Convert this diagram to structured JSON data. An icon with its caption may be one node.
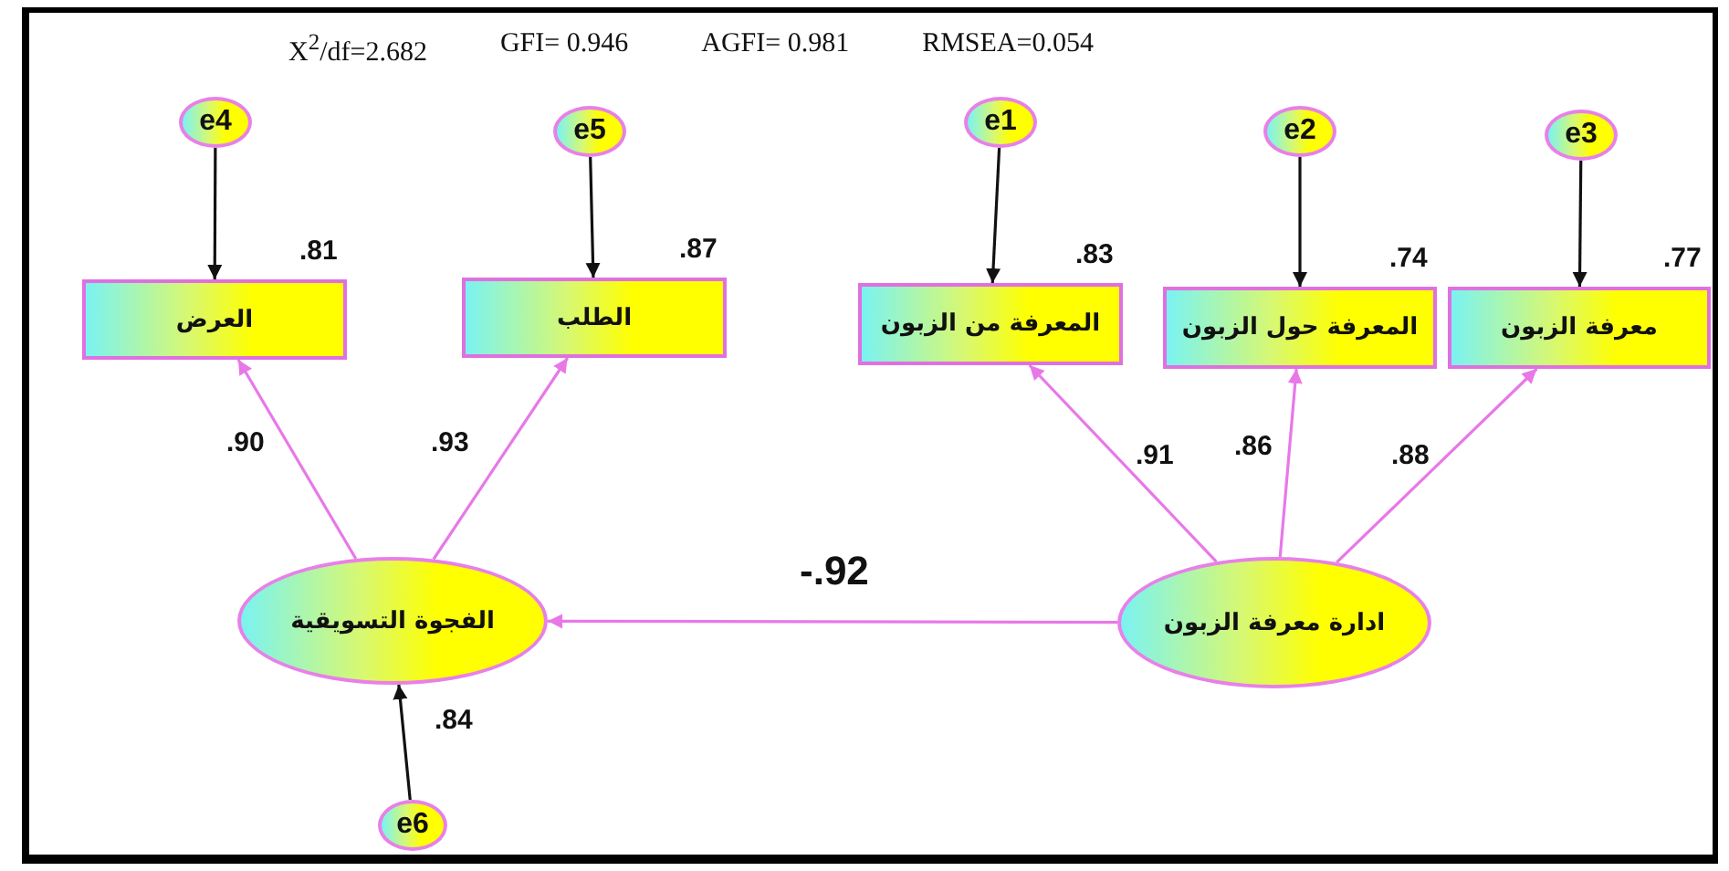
{
  "diagram": {
    "nodes": [
      {
        "text": [
          "e4"
        ]
      },
      {
        "text": [
          "e5"
        ]
      },
      {
        "text": [
          "e1"
        ]
      },
      {
        "text": [
          "e2"
        ]
      },
      {
        "text": [
          "e3"
        ]
      },
      {
        "text": [
          "العرض"
        ],
        "beside": [
          ".81"
        ]
      },
      {
        "text": [
          "الطلب"
        ],
        "beside": [
          ".87"
        ]
      },
      {
        "text": [
          "المعرفة من الزبون"
        ],
        "beside": [
          ".83"
        ]
      },
      {
        "text": [
          "المعرفة حول الزبون"
        ],
        "beside": [
          ".74"
        ]
      },
      {
        "text": [
          "معرفة الزبون"
        ],
        "beside": [
          ".77"
        ]
      },
      {
        "text": [
          "الفجوة التسويقية"
        ]
      },
      {
        "text": [
          "ادارة معرفة الزبون"
        ]
      },
      {
        "text": [
          "e6"
        ]
      }
    ],
    "edges": [
      {
        "from": 0,
        "to": 5,
        "arrow": "to"
      },
      {
        "from": 1,
        "to": 6,
        "arrow": "to"
      },
      {
        "from": 2,
        "to": 7,
        "arrow": "to"
      },
      {
        "from": 3,
        "to": 8,
        "arrow": "to"
      },
      {
        "from": 4,
        "to": 9,
        "arrow": "to"
      },
      {
        "from": 10,
        "to": 5,
        "arrow": "to",
        "label": ".90",
        "color": "#e878e8"
      },
      {
        "from": 10,
        "to": 6,
        "arrow": "to",
        "label": ".93",
        "color": "#e878e8"
      },
      {
        "from": 11,
        "to": 7,
        "arrow": "to",
        "label": ".91",
        "color": "#e878e8"
      },
      {
        "from": 11,
        "to": 8,
        "arrow": "to",
        "label": ".86",
        "color": "#e878e8"
      },
      {
        "from": 11,
        "to": 9,
        "arrow": "to",
        "label": ".88",
        "color": "#e878e8"
      },
      {
        "from": 11,
        "to": 10,
        "arrow": "to",
        "label": "-.92",
        "color": "#e878e8"
      },
      {
        "from": 12,
        "to": 10,
        "arrow": "to",
        "label": ".84"
      }
    ],
    "labels": [
      "X$^{2}$/df=2.682",
      "GFI= 0.946",
      "AGFI= 0.981",
      "RMSEA=0.054"
    ]
  }
}
